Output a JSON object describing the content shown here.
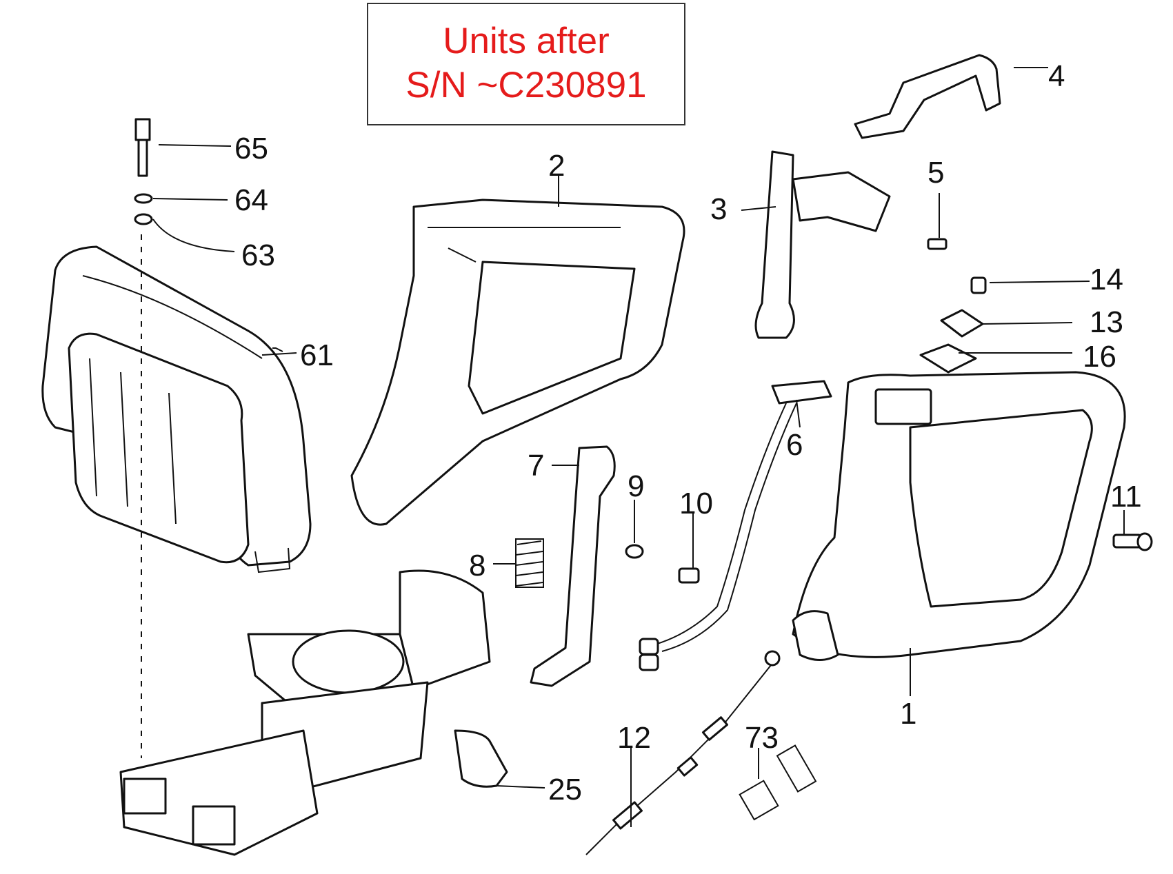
{
  "notice": {
    "line1": "Units after",
    "line2": "S/N ~C230891",
    "color": "#e51b1b"
  },
  "callouts": {
    "c1": "1",
    "c2": "2",
    "c3": "3",
    "c4": "4",
    "c5": "5",
    "c6": "6",
    "c7": "7",
    "c8": "8",
    "c9": "9",
    "c10": "10",
    "c11": "11",
    "c12": "12",
    "c13": "13",
    "c14": "14",
    "c16": "16",
    "c25": "25",
    "c61": "61",
    "c63": "63",
    "c64": "64",
    "c65": "65",
    "c73": "73"
  }
}
